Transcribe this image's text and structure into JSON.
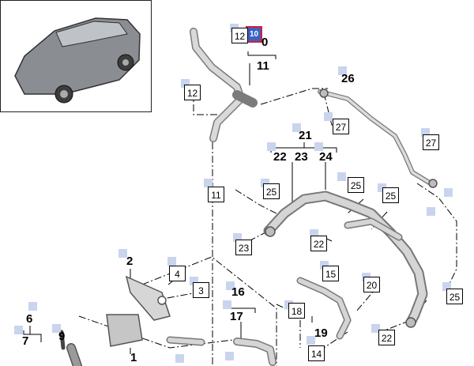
{
  "diagram": {
    "highlighted_part": "10",
    "callouts": {
      "c0": "0",
      "c2": "2",
      "c3": "3",
      "c4": "4",
      "c1": "1",
      "c6": "6",
      "c7": "7",
      "c9": "9",
      "c11a": "11",
      "c11b": "11",
      "c12a": "12",
      "c12b": "12",
      "c14": "14",
      "c15": "15",
      "c16": "16",
      "c17": "17",
      "c18": "18",
      "c19": "19",
      "c20": "20",
      "c21": "21",
      "c22a": "22",
      "c22b": "22",
      "c22c": "22",
      "c23a": "23",
      "c23b": "23",
      "c24": "24",
      "c25a": "25",
      "c25b": "25",
      "c25c": "25",
      "c25d": "25",
      "c26": "26",
      "c27a": "27",
      "c27b": "27"
    },
    "colors": {
      "line": "#000000",
      "hose": "#c8c8c8",
      "marker": "#c9d4ee",
      "highlight_fill": "#3b62c0",
      "highlight_border": "#d81b3f"
    }
  }
}
